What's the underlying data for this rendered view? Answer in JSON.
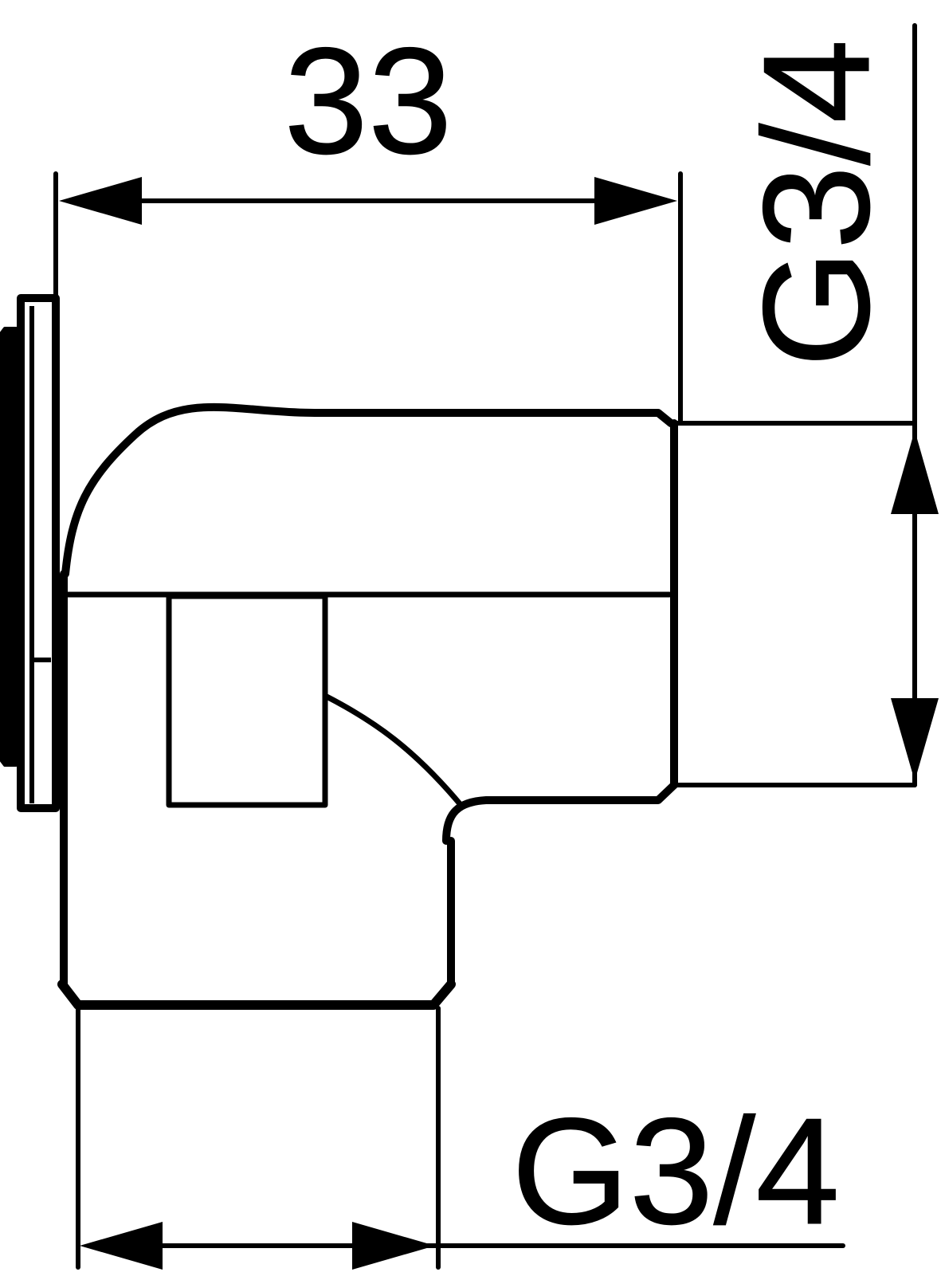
{
  "dimensions": {
    "top_width": "33",
    "right_thread": "G3/4",
    "bottom_thread": "G3/4"
  },
  "colors": {
    "line": "#000000",
    "background": "#ffffff"
  }
}
